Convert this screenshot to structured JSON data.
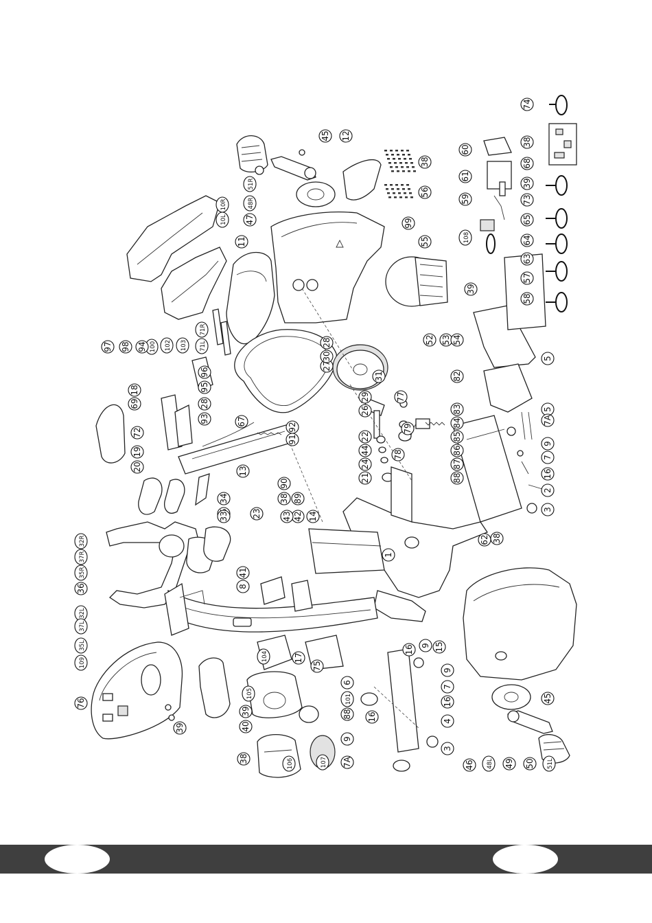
{
  "callouts": {
    "row_top_right": [
      "74",
      "38",
      "68",
      "60",
      "61",
      "59",
      "108",
      "39",
      "73",
      "65",
      "64",
      "63",
      "57",
      "58"
    ],
    "row_frame_right": [
      "5",
      "5",
      "7A",
      "9",
      "7",
      "16",
      "2",
      "3",
      "62",
      "38",
      "82",
      "83",
      "84",
      "85",
      "86",
      "87",
      "88",
      "77",
      "79",
      "78",
      "52",
      "53",
      "54",
      "39",
      "55",
      "99",
      "56",
      "38",
      "12",
      "45",
      "47",
      "48R",
      "51R"
    ],
    "row_center": [
      "27",
      "30",
      "28",
      "31",
      "26",
      "29",
      "22",
      "44",
      "24",
      "21",
      "92",
      "91",
      "67",
      "1",
      "14",
      "42",
      "43",
      "38",
      "89",
      "90",
      "13"
    ],
    "row_left_upper": [
      "10R",
      "10L",
      "11",
      "71R",
      "71L",
      "103",
      "102",
      "100",
      "94",
      "98",
      "97",
      "96",
      "95",
      "28",
      "93",
      "18",
      "69",
      "72",
      "19",
      "20"
    ],
    "row_handlebar": [
      "34",
      "25",
      "23",
      "33",
      "41",
      "8",
      "36",
      "35R",
      "37R",
      "32R",
      "32L",
      "37L",
      "35L",
      "109"
    ],
    "row_console": [
      "76",
      "39",
      "40",
      "39",
      "104",
      "105",
      "106",
      "38",
      "107",
      "17",
      "75"
    ],
    "row_front": [
      "15",
      "9",
      "16",
      "6",
      "101",
      "88",
      "16",
      "9",
      "7A",
      "9",
      "7",
      "16",
      "4",
      "3",
      "46",
      "45",
      "48L",
      "49",
      "50",
      "51L"
    ]
  }
}
